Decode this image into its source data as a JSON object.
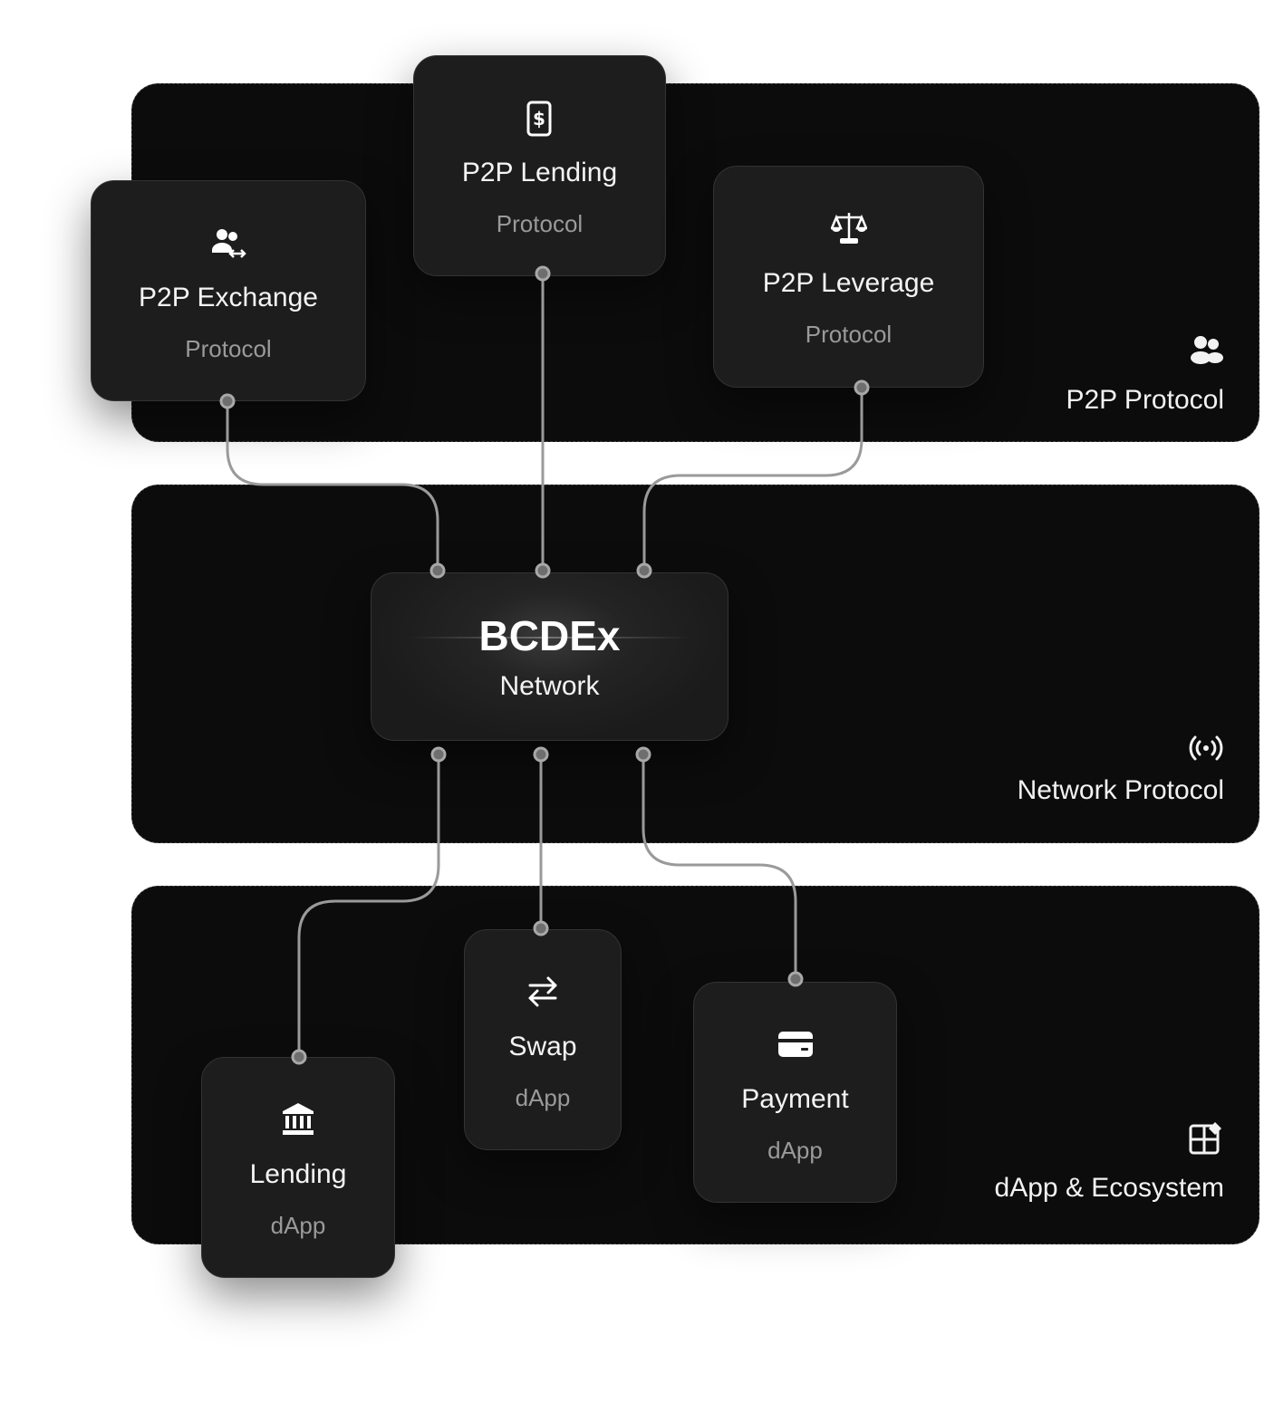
{
  "layers": [
    {
      "label": "P2P Protocol",
      "icon": "users-icon"
    },
    {
      "label": "Network Protocol",
      "icon": "broadcast-icon"
    },
    {
      "label": "dApp & Ecosystem",
      "icon": "apps-add-icon"
    }
  ],
  "protocols": [
    {
      "title": "P2P Exchange",
      "subtitle": "Protocol",
      "icon": "users-exchange-icon"
    },
    {
      "title": "P2P Lending",
      "subtitle": "Protocol",
      "icon": "money-hand-icon"
    },
    {
      "title": "P2P Leverage",
      "subtitle": "Protocol",
      "icon": "scale-icon"
    }
  ],
  "center": {
    "title": "BCDEx",
    "subtitle": "Network"
  },
  "dapps": [
    {
      "title": "Lending",
      "subtitle": "dApp",
      "icon": "bank-icon"
    },
    {
      "title": "Swap",
      "subtitle": "dApp",
      "icon": "swap-arrows-icon"
    },
    {
      "title": "Payment",
      "subtitle": "dApp",
      "icon": "credit-card-icon"
    }
  ],
  "colors": {
    "panel": "#0c0c0c",
    "card": "#1d1d1d",
    "wire": "#9a9a9a",
    "connector": "#6e6e6e"
  }
}
